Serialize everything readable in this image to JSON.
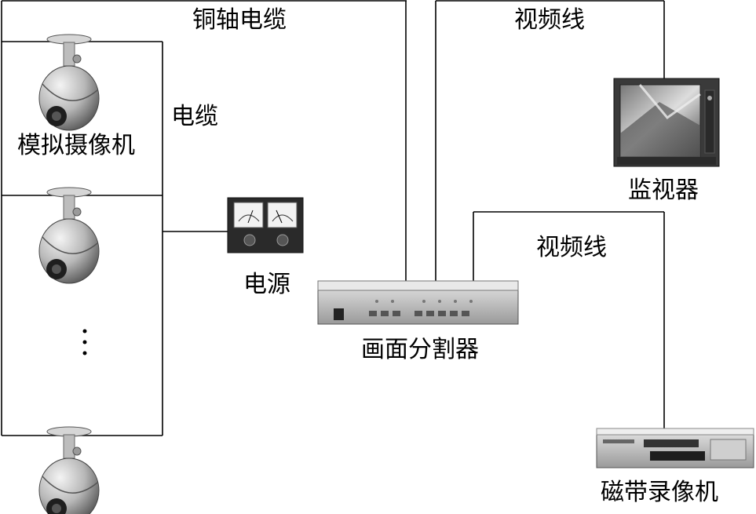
{
  "labels": {
    "coax_cable": "铜轴电缆",
    "video_line_top": "视频线",
    "cable": "电缆",
    "analog_camera": "模拟摄像机",
    "monitor": "监视器",
    "power_supply": "电源",
    "video_line_bottom": "视频线",
    "splitter": "画面分割器",
    "vcr": "磁带录像机"
  },
  "icons": {
    "camera": "analog-camera-icon",
    "power": "power-supply-icon",
    "splitter": "video-splitter-icon",
    "monitor": "crt-monitor-icon",
    "vcr": "vcr-icon"
  },
  "colors": {
    "line": "#000000",
    "device_body": "#c8c8c8"
  }
}
